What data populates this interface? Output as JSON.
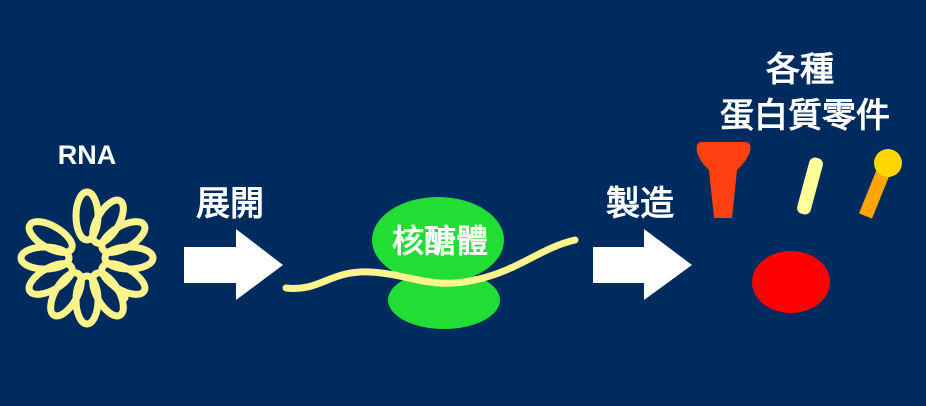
{
  "colors": {
    "background": "#002b5f",
    "rna": "#fbf38c",
    "arrow": "#ffffff",
    "ribosome": "#22dd33",
    "protein_red_orange": "#ff4010",
    "protein_pale_yellow": "#ffff99",
    "protein_orange": "#ffa500",
    "protein_gold": "#ffd700",
    "protein_red": "#ff0000"
  },
  "labels": {
    "rna": "RNA",
    "unfold": "展開",
    "ribosome": "核醣體",
    "produce": "製造",
    "proteins_line1": "各種",
    "proteins_line2": "蛋白質零件"
  },
  "icons": {
    "rna_coil": "rna-coil-icon",
    "arrow_1": "arrow-right-icon",
    "arrow_2": "arrow-right-icon",
    "ribosome": "ribosome-icon",
    "mrna_strand": "mrna-strand-icon",
    "protein_parts": [
      "t-shape-protein-icon",
      "rod-protein-icon",
      "lollipop-protein-icon",
      "ellipse-protein-icon"
    ]
  }
}
